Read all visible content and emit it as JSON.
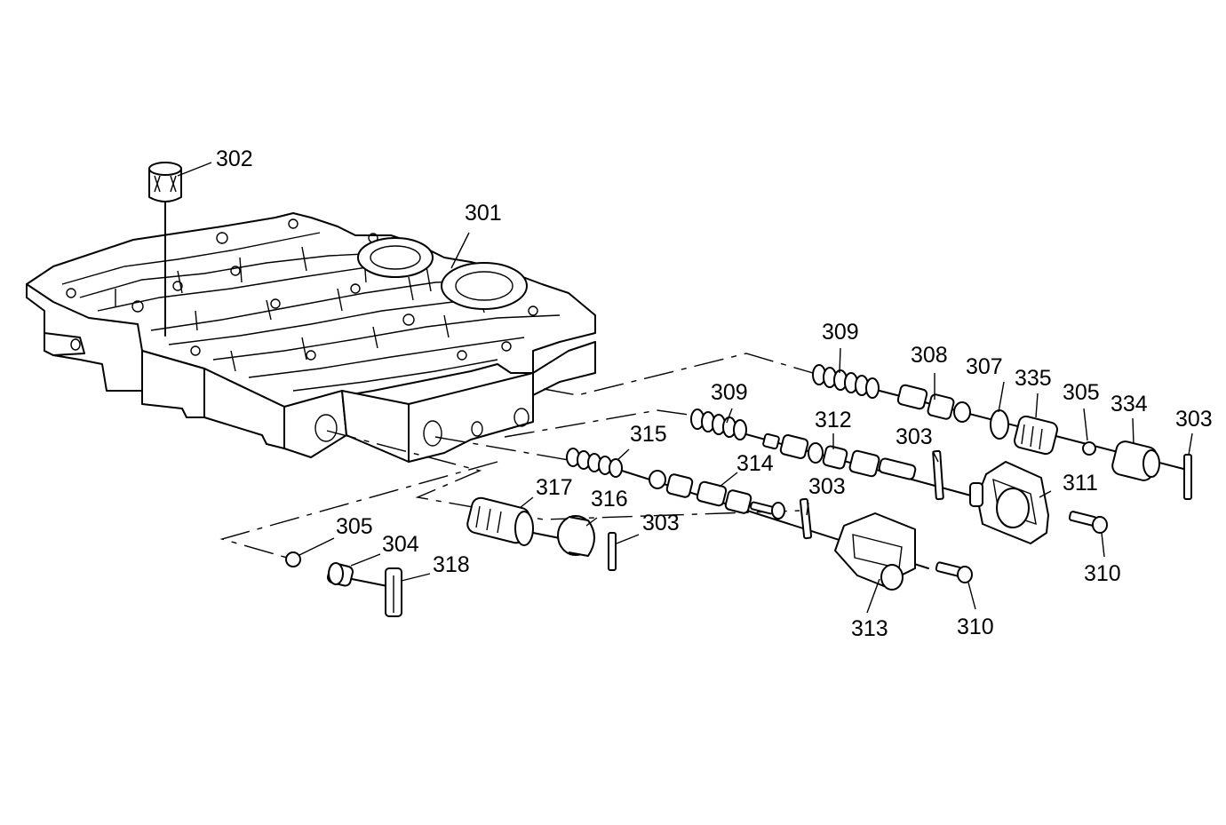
{
  "callouts": {
    "c301": "301",
    "c302": "302",
    "c303a": "303",
    "c303b": "303",
    "c303c": "303",
    "c303d": "303",
    "c304": "304",
    "c305a": "305",
    "c305b": "305",
    "c307": "307",
    "c308": "308",
    "c309a": "309",
    "c309b": "309",
    "c310a": "310",
    "c310b": "310",
    "c311": "311",
    "c312": "312",
    "c313": "313",
    "c314": "314",
    "c315": "315",
    "c316": "316",
    "c317": "317",
    "c318": "318",
    "c334": "334",
    "c335": "335"
  }
}
